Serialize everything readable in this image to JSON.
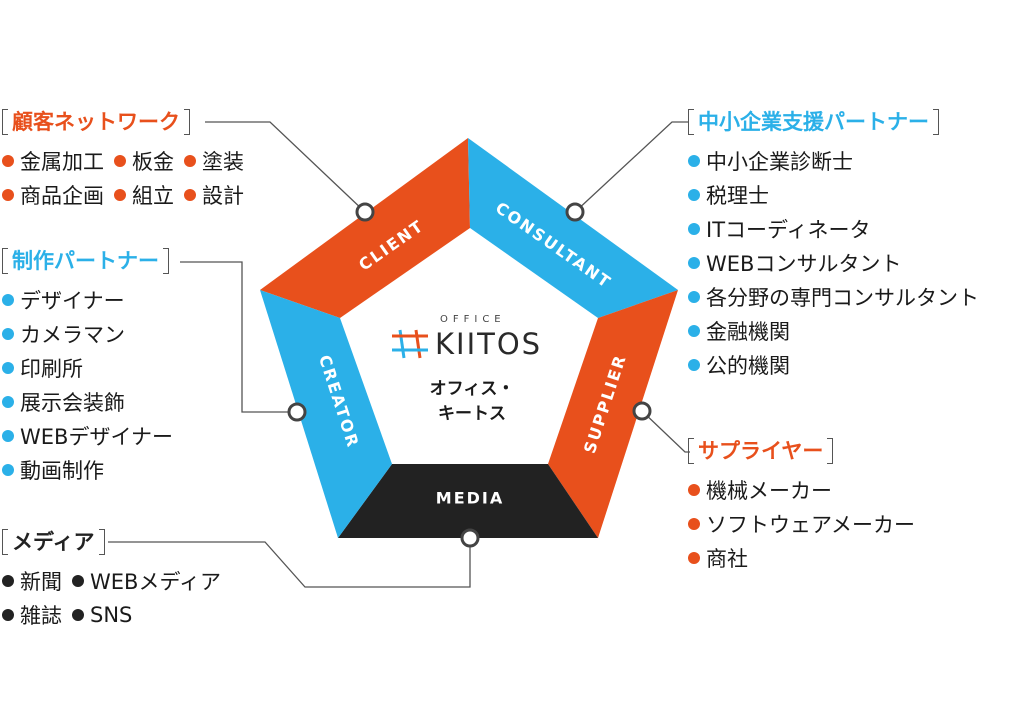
{
  "center": {
    "logo_office": "OFFICE",
    "logo_word": "KIITOS",
    "jp_line1": "オフィス・",
    "jp_line2": "キートス"
  },
  "segments": {
    "client": "CLIENT",
    "consultant": "CONSULTANT",
    "supplier": "SUPPLIER",
    "media": "MEDIA",
    "creator": "CREATOR"
  },
  "colors": {
    "orange": "#E8501C",
    "blue": "#2BB0E8",
    "black": "#222222",
    "connector": "#555555"
  },
  "groups": {
    "client": {
      "title": "顧客ネットワーク",
      "rows": [
        [
          "金属加工",
          "板金",
          "塗装"
        ],
        [
          "商品企画",
          "組立",
          "設計"
        ]
      ]
    },
    "creator": {
      "title": "制作パートナー",
      "rows": [
        [
          "デザイナー"
        ],
        [
          "カメラマン"
        ],
        [
          "印刷所"
        ],
        [
          "展示会装飾"
        ],
        [
          "WEBデザイナー"
        ],
        [
          "動画制作"
        ]
      ]
    },
    "media": {
      "title": "メディア",
      "rows": [
        [
          "新聞",
          "WEBメディア"
        ],
        [
          "雑誌",
          "SNS"
        ]
      ]
    },
    "consultant": {
      "title": "中小企業支援パートナー",
      "rows": [
        [
          "中小企業診断士"
        ],
        [
          "税理士"
        ],
        [
          "ITコーディネータ"
        ],
        [
          "WEBコンサルタント"
        ],
        [
          "各分野の専門コンサルタント"
        ],
        [
          "金融機関"
        ],
        [
          "公的機関"
        ]
      ]
    },
    "supplier": {
      "title": "サプライヤー",
      "rows": [
        [
          "機械メーカー"
        ],
        [
          "ソフトウェアメーカー"
        ],
        [
          "商社"
        ]
      ]
    }
  }
}
